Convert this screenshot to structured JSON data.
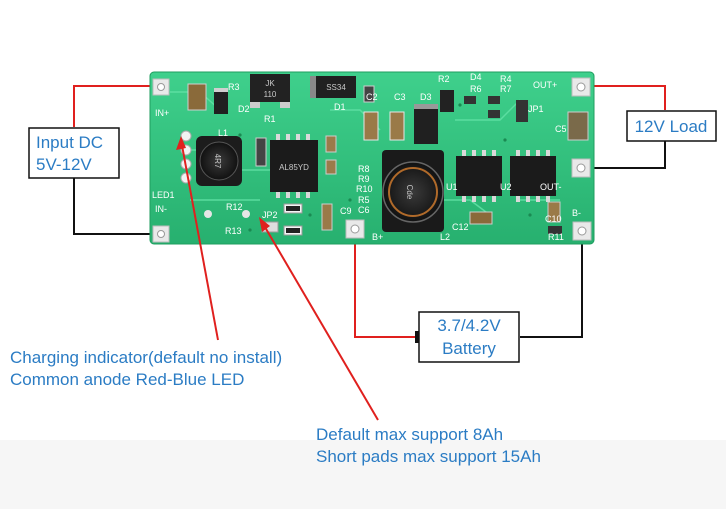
{
  "labels": {
    "input_line1": "Input DC",
    "input_line2": "5V-12V",
    "load": "12V Load",
    "battery_line1": "3.7/4.2V",
    "battery_line2": "Battery",
    "charging_line1": "Charging indicator(default no install)",
    "charging_line2": "Common anode Red-Blue LED",
    "capacity_line1": "Default max support 8Ah",
    "capacity_line2": "Short pads max support 15Ah"
  },
  "pcb": {
    "in_plus": "IN+",
    "in_minus": "IN-",
    "out_plus": "OUT+",
    "out_minus": "OUT-",
    "b_plus": "B+",
    "b_minus": "B-",
    "led": "LED1",
    "inductor_small": "4R7",
    "inductor_big": "Cde",
    "ic1": "AL85YD",
    "relay_top": "JK",
    "relay_bottom": "110",
    "d1_marking": "SS34",
    "refs": {
      "r1": "R1",
      "r2": "R2",
      "r3": "R3",
      "r4": "R4",
      "r5": "R5",
      "r6": "R6",
      "r7": "R7",
      "r8": "R8",
      "r9": "R9",
      "r10": "R10",
      "r11": "R11",
      "r12": "R12",
      "r13": "R13",
      "c2": "C2",
      "c3": "C3",
      "c5": "C5",
      "c6": "C6",
      "c9": "C9",
      "c10": "C10",
      "c12": "C12",
      "d1": "D1",
      "d2": "D2",
      "d3": "D3",
      "d4": "D4",
      "l1": "L1",
      "l2": "L2",
      "jp1": "JP1",
      "jp2": "JP2",
      "u1": "U1",
      "u2": "U2"
    }
  },
  "colors": {
    "pcb_green": "#2ec27e",
    "wire_red": "#e0201e",
    "wire_black": "#111111",
    "label_blue": "#2b7cc4"
  }
}
